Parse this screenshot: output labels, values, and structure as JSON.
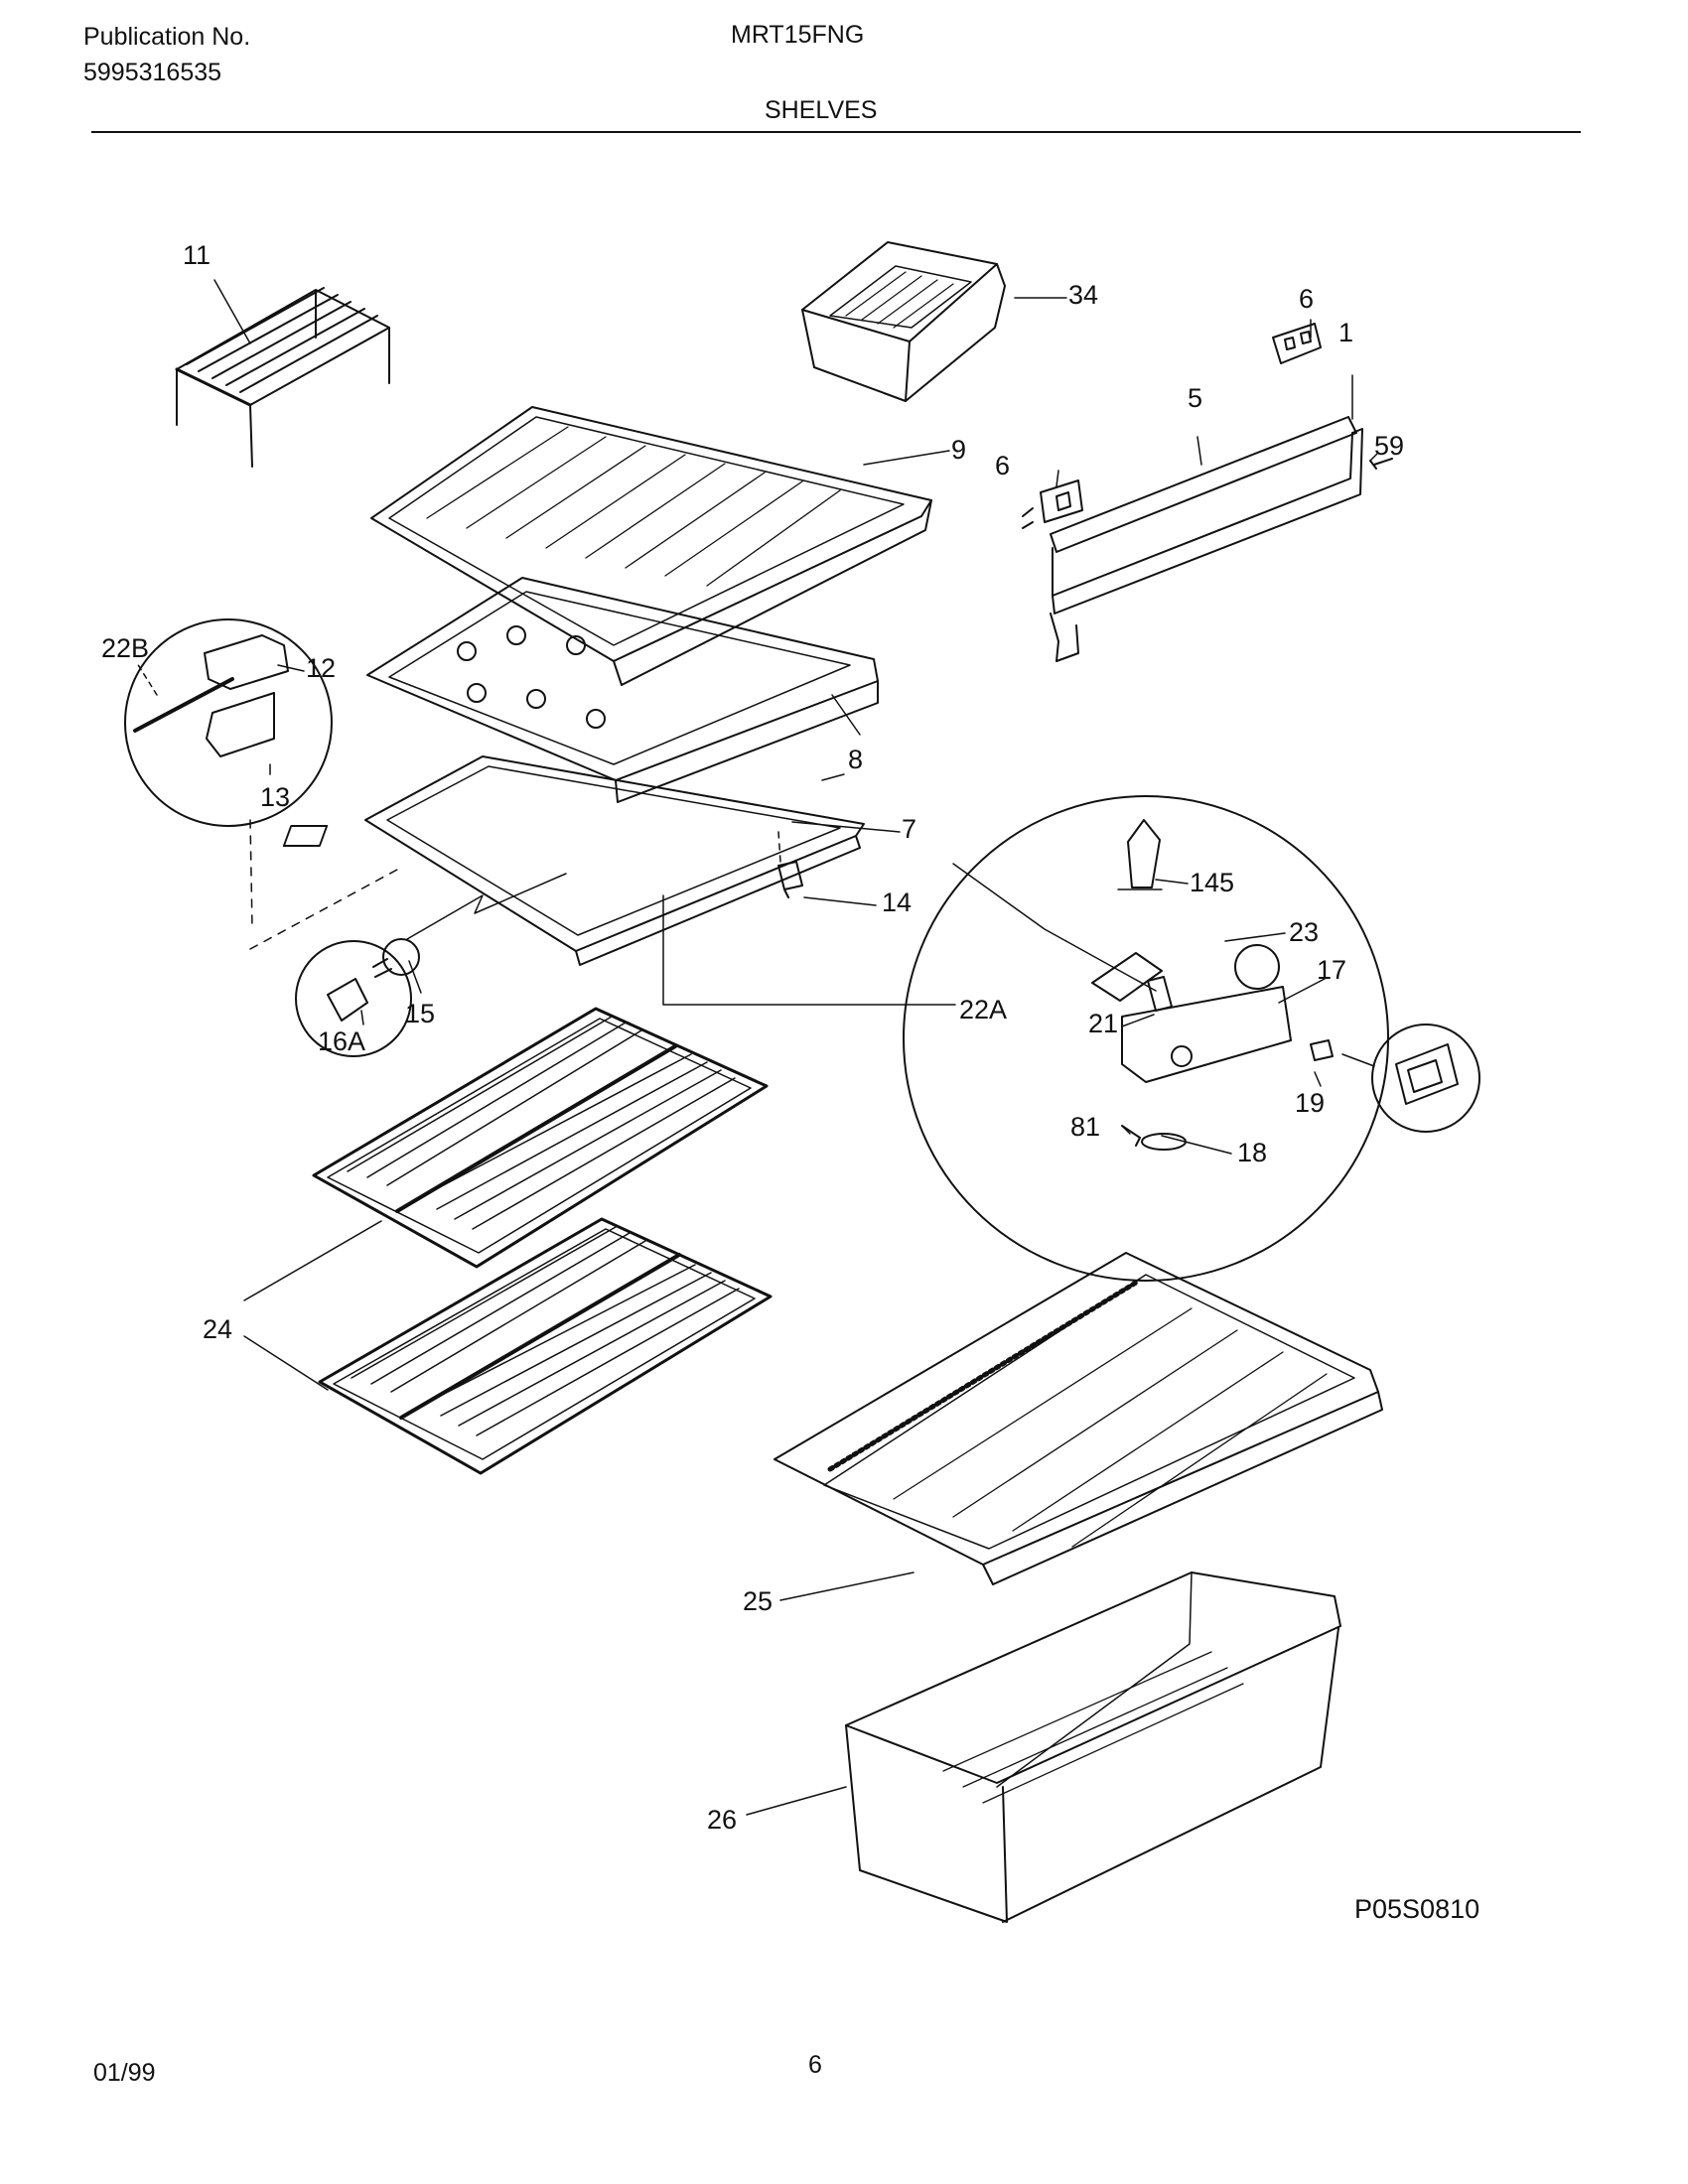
{
  "header": {
    "publication_label": "Publication No.",
    "publication_number": "5995316535",
    "model": "MRT15FNG",
    "section_title": "SHELVES"
  },
  "callouts": {
    "p1": "1",
    "p5": "5",
    "p6a": "6",
    "p6b": "6",
    "p7": "7",
    "p8": "8",
    "p9": "9",
    "p11": "11",
    "p12": "12",
    "p13": "13",
    "p14": "14",
    "p15": "15",
    "p16a": "16A",
    "p17": "17",
    "p18": "18",
    "p19": "19",
    "p21": "21",
    "p22a": "22A",
    "p22b": "22B",
    "p23": "23",
    "p24": "24",
    "p25": "25",
    "p26": "26",
    "p34": "34",
    "p59": "59",
    "p81": "81",
    "p145": "145"
  },
  "figure_code": "P05S0810",
  "footer": {
    "date": "01/99",
    "page": "6"
  }
}
